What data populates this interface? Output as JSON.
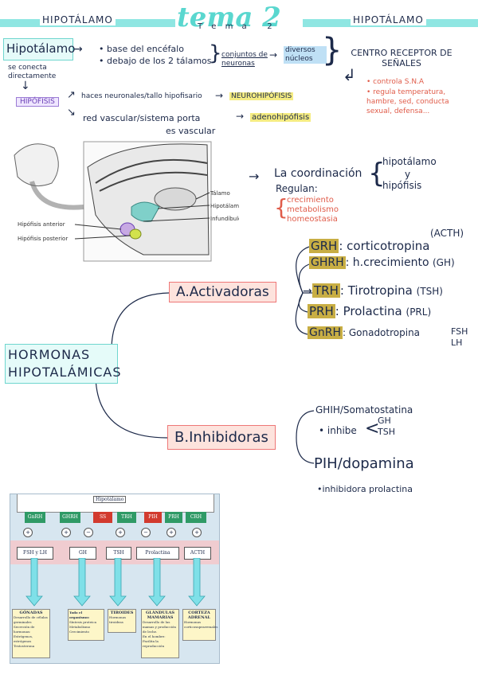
{
  "header": {
    "left": "HIPOTÁLAMO",
    "right": "HIPOTÁLAMO",
    "tema_script": "tema 2",
    "tema_spaced": "T e m a   2"
  },
  "section1": {
    "hipotalamo": "Hipotálamo",
    "bullet1": "• base del encéfalo",
    "bullet2": "• debajo de los 2 tálamos",
    "conjuntos": "conjuntos de neuronas",
    "diversos": "diversos núcleos",
    "centro": "CENTRO RECEPTOR DE SEÑALES",
    "controla": "• controla S.N.A",
    "regula": "• regula temperatura, hambre, sed, conducta sexual, defensa...",
    "conecta": "se conecta directamente",
    "hipofisis": "HIPÓFISIS",
    "haces": "haces neuronales/tallo hipofisario",
    "neuro": "NEUROHIPÓFISIS",
    "red": "red vascular/sistema porta",
    "adeno": "adenohipófisis",
    "vascular": "es vascular"
  },
  "diagram": {
    "talamo": "Tálamo",
    "hipotalamo": "Hipotálamo",
    "infundibulo": "Infundíbulo",
    "hip_anterior": "Hipófisis anterior",
    "hip_posterior": "Hipófisis posterior"
  },
  "coordination": {
    "la_coord": "La coordinación",
    "hipotalamo": "hipotálamo",
    "y": "y",
    "hipofisis": "hipófisis",
    "regulan": "Regulan:",
    "items": [
      "crecimiento",
      "metabolismo",
      "homeostasia"
    ]
  },
  "hormonas": {
    "title1": "HORMONAS",
    "title2": "HIPOTALÁMICAS",
    "activadoras": "A.Activadoras",
    "inhibidoras": "B.Inhibidoras",
    "act_items": [
      {
        "code": "GRH",
        "text": ": corticotropina",
        "tag": "(ACTH)"
      },
      {
        "code": "GHRH",
        "text": ": h.crecimiento",
        "tag": "(GH)"
      },
      {
        "code": "TRH",
        "text": ": Tirotropina",
        "tag": "(TSH)"
      },
      {
        "code": "PRH",
        "text": ": Prolactina",
        "tag": "(PRL)"
      },
      {
        "code": "GnRH",
        "text": ": Gonadotropina",
        "tag": "FSH LH"
      }
    ],
    "ghih": "GHIH/Somatostatina",
    "inhibe": "• inhibe",
    "inhibe_gh": "GH",
    "inhibe_tsh": "TSH",
    "pih": "PIH/dopamina",
    "pih_sub": "•inhibidora prolactina"
  },
  "figure": {
    "hipotalamo": "Hipotálamo",
    "top_row": [
      "GnRH",
      "GHRH",
      "SS",
      "TRH",
      "PIH",
      "PRH",
      "CRH"
    ],
    "signs": [
      "+",
      "+",
      "−",
      "+",
      "−",
      "+",
      "+"
    ],
    "mid_row": [
      "FSH y LH",
      "GH",
      "TSH",
      "Prolactina",
      "ACTH"
    ],
    "targets": [
      {
        "title": "GÓNADAS",
        "lines": [
          "Desarrollo de células germinales",
          "Secreción de hormonas:",
          "Estrógenos, estrógenos",
          "Testosterona"
        ]
      },
      {
        "title": "",
        "lines": [
          "Todo el organismo:",
          "Síntesis proteica",
          "Metabolismo",
          "Crecimiento"
        ]
      },
      {
        "title": "TIROIDES",
        "lines": [
          "Hormonas tiroideas"
        ]
      },
      {
        "title": "GLÁNDULAS MAMARIAS",
        "lines": [
          "Desarrollo de las mamas y producción de leche.",
          "En el hombre:",
          "Facilita la reproducción"
        ]
      },
      {
        "title": "CORTEZA ADRENAL",
        "lines": [
          "Hormonas corticosuprarrenales"
        ]
      }
    ]
  }
}
